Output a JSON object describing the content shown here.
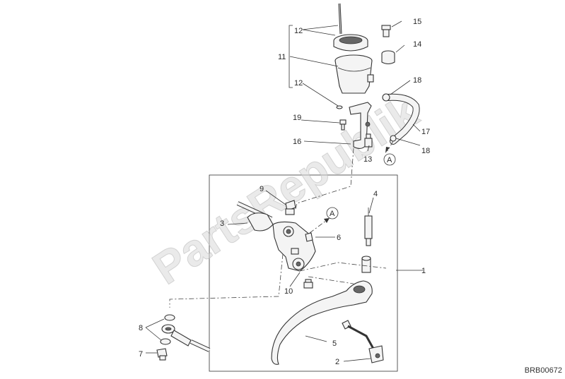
{
  "watermark": "PartsRepublik",
  "drawing_code": "BRB00672",
  "labels": {
    "l1": "1",
    "l2": "2",
    "l3": "3",
    "l4": "4",
    "l5": "5",
    "l6": "6",
    "l7": "7",
    "l8": "8",
    "l9": "9",
    "l10": "10",
    "l11": "11",
    "l12a": "12",
    "l12b": "12",
    "l13": "13",
    "l14": "14",
    "l15": "15",
    "l16": "16",
    "l17": "17",
    "l18a": "18",
    "l18b": "18",
    "l19": "19",
    "ref_a_top": "A",
    "ref_a_mid": "A"
  }
}
